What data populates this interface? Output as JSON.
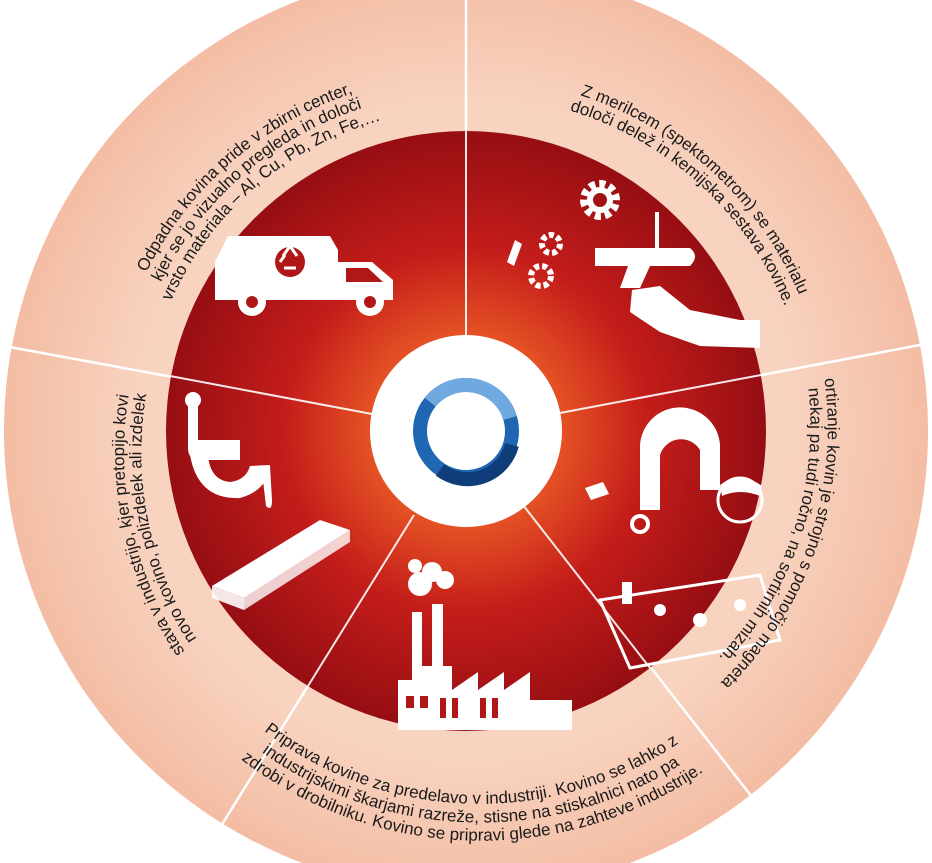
{
  "segments": [
    {
      "name": "collection",
      "icon": "garbage-truck-icon",
      "lines": [
        "Odpadna kovina pride v zbirni center,",
        "kjer se jo vizualno pregleda in določi",
        "vrsto materiala – Al, Cu, Pb, Zn, Fe,…"
      ]
    },
    {
      "name": "spectrometer",
      "icon": "spectrometer-gun-icon",
      "lines": [
        "Z merilcem (spektometrom) se materialu",
        "določi delež in kemijska sestava kovine."
      ]
    },
    {
      "name": "sorting",
      "icon": "magnet-sorting-icon",
      "lines": [
        "Sortiranje kovin je strojno s pomočjo magneta,",
        "nekaj pa tudi ročno, na sortirnih mizah."
      ]
    },
    {
      "name": "preparation",
      "icon": "factory-icon",
      "lines": [
        "Priprava kovine za  predelavo v industriji. Kovino se lahko z",
        "industrijskimi škarjami razreže, stisne na stiskalnici nato pa",
        "zdrobi v drobilniku. Kovino se pripravi glede na zahteve industrije."
      ]
    },
    {
      "name": "delivery",
      "icon": "foundry-casting-icon",
      "lines": [
        "Dostava v industrijo, kjer pretopijo kovino",
        "v novo kovino, polizdelek ali izdelek."
      ]
    }
  ],
  "center": {
    "icon": "ring-logo-icon"
  },
  "colors": {
    "outer_ring": "#f6c8b2",
    "outer_ring_edge": "#eeb69c",
    "inner_dark": "#8f0c12",
    "inner_mid": "#c8201a",
    "inner_glow": "#f06a2a",
    "logo_blue": "#1f66b3",
    "logo_dark": "#0e3d7a"
  }
}
